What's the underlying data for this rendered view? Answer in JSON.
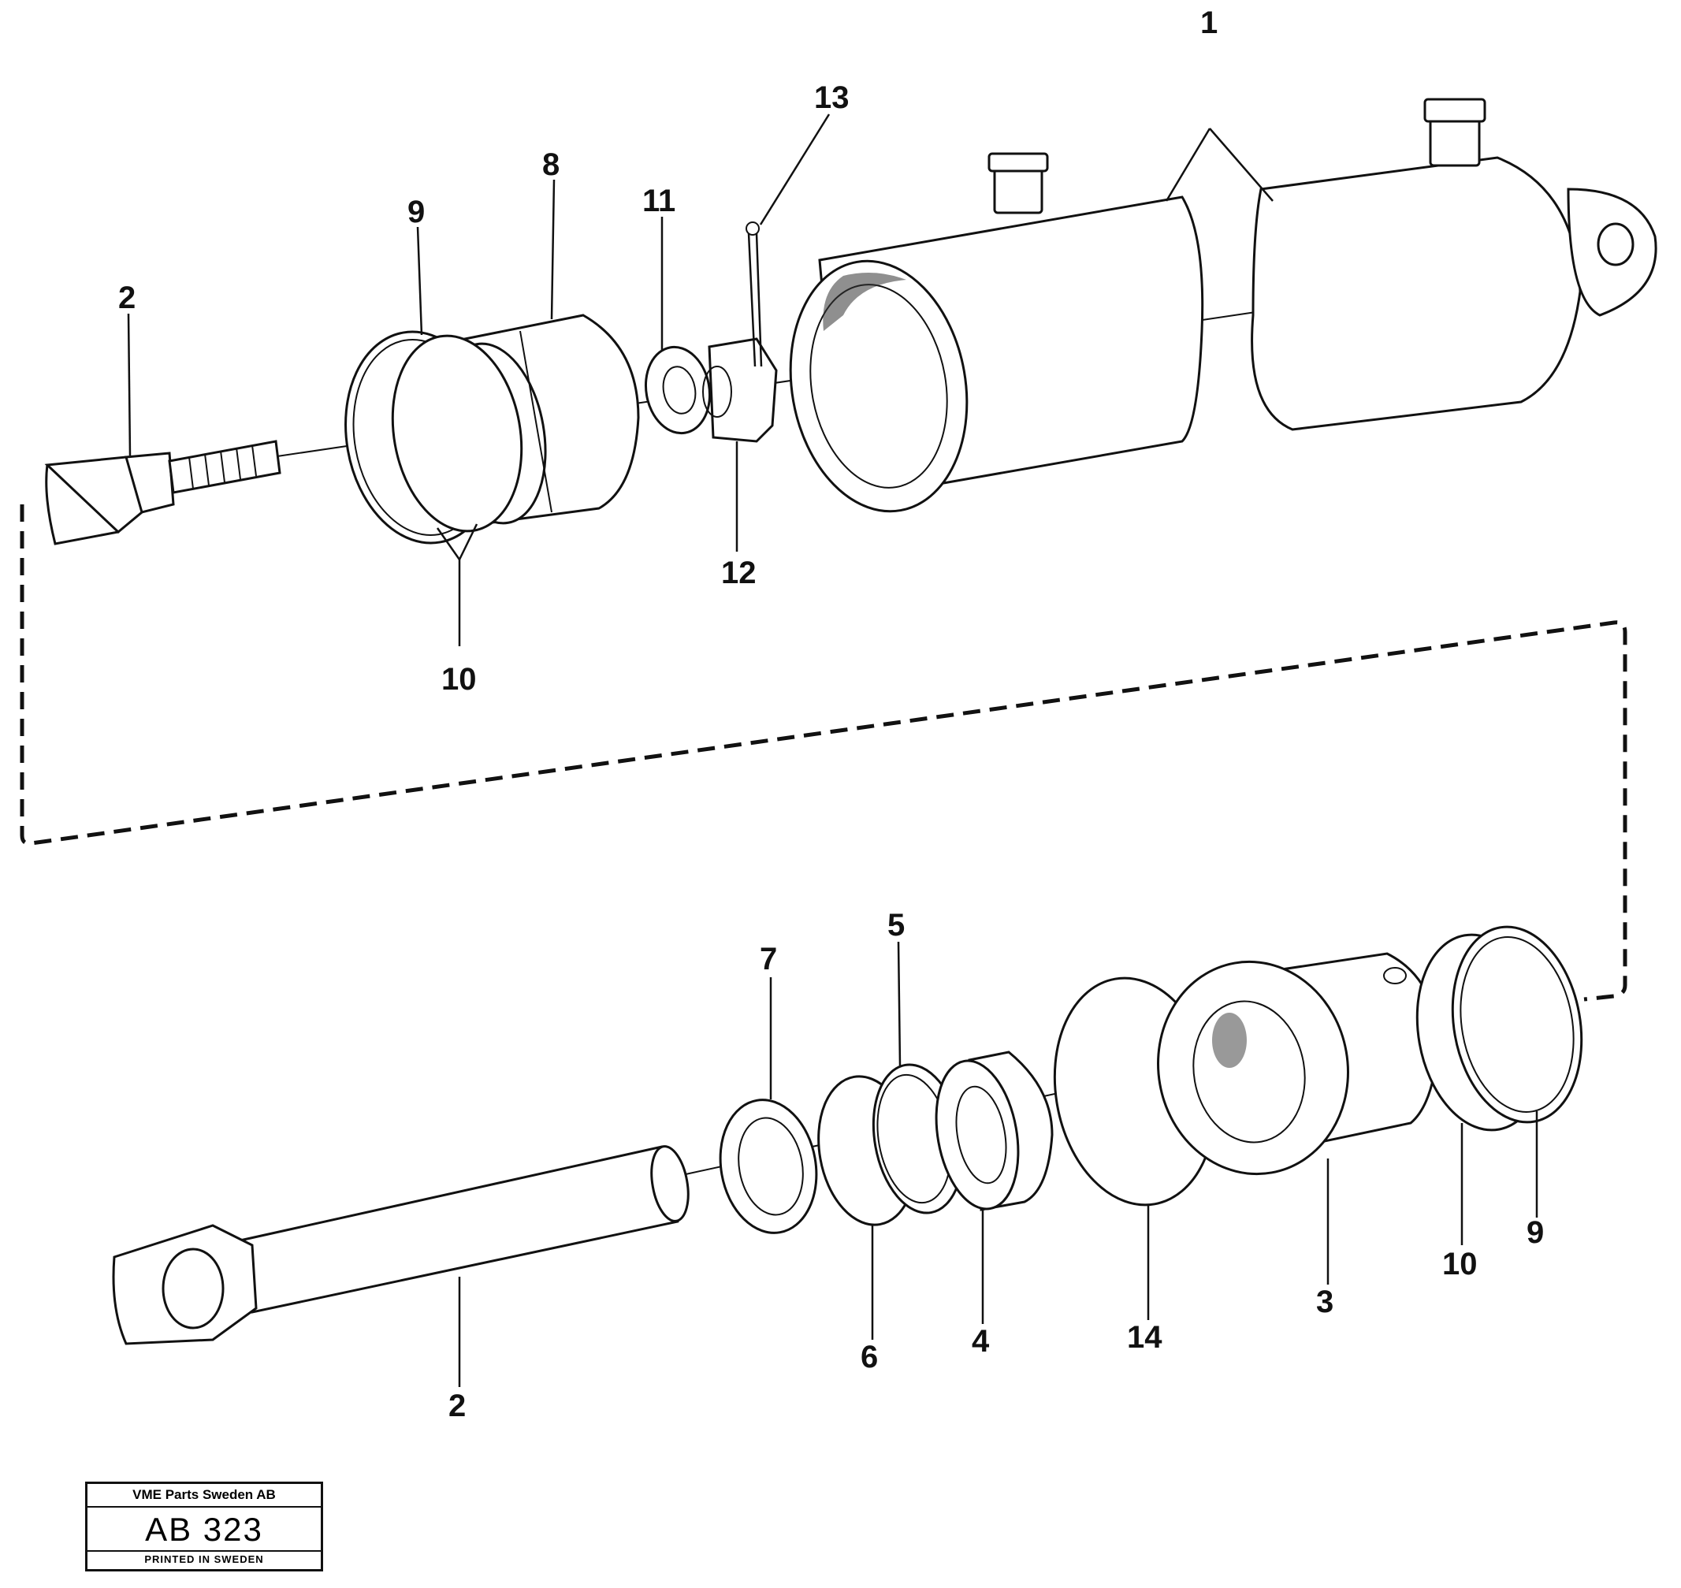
{
  "callouts": {
    "c1": "1",
    "c13": "13",
    "c8": "8",
    "c11": "11",
    "c9_top": "9",
    "c2_top": "2",
    "c12": "12",
    "c10_top": "10",
    "c5": "5",
    "c7": "7",
    "c6": "6",
    "c4": "4",
    "c14": "14",
    "c3": "3",
    "c10_bottom": "10",
    "c9_bottom": "9",
    "c2_bottom": "2"
  },
  "stamp": {
    "company": "VME Parts Sweden AB",
    "code": "AB 323",
    "printed": "PRINTED IN SWEDEN"
  }
}
